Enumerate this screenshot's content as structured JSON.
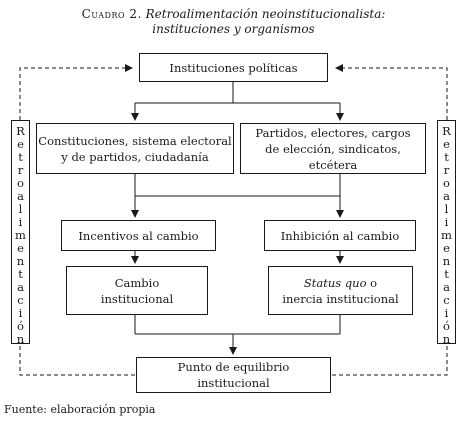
{
  "caption": {
    "prefix": "Cuadro 2.",
    "title_line1": "Retroalimentación neoinstitucionalista:",
    "title_line2": "instituciones y organismos"
  },
  "nodes": {
    "instituciones": "Instituciones políticas",
    "constituciones": {
      "line1": "Constituciones, sistema electoral",
      "line2": "y de partidos, ciudadanía"
    },
    "partidos": {
      "line1": "Partidos, electores, cargos",
      "line2": "de elección, sindicatos, etcétera"
    },
    "incentivos": "Incentivos al cambio",
    "inhibicion": "Inhibición al cambio",
    "cambio": {
      "line1": "Cambio",
      "line2": "institucional"
    },
    "status": {
      "italic": "Status quo",
      "rest": " o",
      "line2": "inercia institucional"
    },
    "equilibrio": {
      "line1": "Punto de equilibrio",
      "line2": "institucional"
    }
  },
  "feedback_label": "Retroalimentación",
  "feedback_letters": [
    "R",
    "e",
    "t",
    "r",
    "o",
    "a",
    "l",
    "i",
    "m",
    "e",
    "n",
    "t",
    "a",
    "c",
    "i",
    "ó",
    "n"
  ],
  "source": "Fuente: elaboración propia"
}
